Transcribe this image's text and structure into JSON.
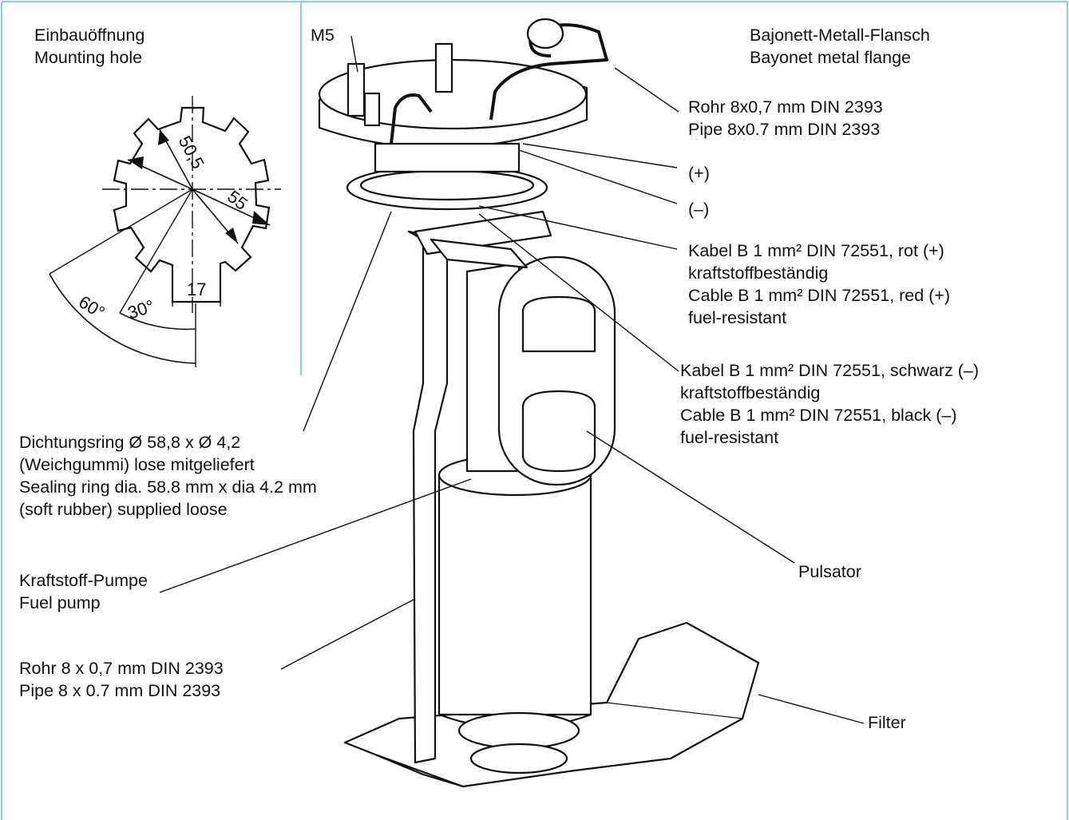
{
  "colors": {
    "frame": "#7fd0dc",
    "ink": "#111111"
  },
  "mounting_hole": {
    "title_de": "Einbauöffnung",
    "title_en": "Mounting hole",
    "dim_diameter_outer": "50,5",
    "dim_diameter_inner": "55",
    "dim_width": "17",
    "dim_angle_small": "30°",
    "dim_angle_large": "60°"
  },
  "labels": {
    "m5": "M5",
    "flange_de": "Bajonett-Metall-Flansch",
    "flange_en": "Bayonet metal flange",
    "pipe_top_de": "Rohr 8x0,7 mm DIN 2393",
    "pipe_top_en": "Pipe 8x0.7 mm DIN 2393",
    "plus": "(+)",
    "minus": "(–)",
    "cable_red_1": "Kabel B 1 mm² DIN 72551, rot (+)",
    "cable_red_2": "kraftstoffbeständig",
    "cable_red_3": "Cable B 1 mm² DIN 72551, red (+)",
    "cable_red_4": "fuel-resistant",
    "cable_black_1": "Kabel B 1 mm² DIN 72551, schwarz (–)",
    "cable_black_2": "kraftstoffbeständig",
    "cable_black_3": "Cable B 1 mm² DIN 72551, black (–)",
    "cable_black_4": "fuel-resistant",
    "seal_1": "Dichtungsring Ø 58,8 x Ø 4,2",
    "seal_2": "(Weichgummi) lose mitgeliefert",
    "seal_3": "Sealing ring dia. 58.8 mm x dia 4.2 mm",
    "seal_4": "(soft rubber) supplied loose",
    "pump_de": "Kraftstoff-Pumpe",
    "pump_en": "Fuel pump",
    "pipe_bottom_de": "Rohr 8 x 0,7 mm DIN 2393",
    "pipe_bottom_en": "Pipe 8 x 0.7 mm DIN 2393",
    "pulsator": "Pulsator",
    "filter": "Filter"
  }
}
